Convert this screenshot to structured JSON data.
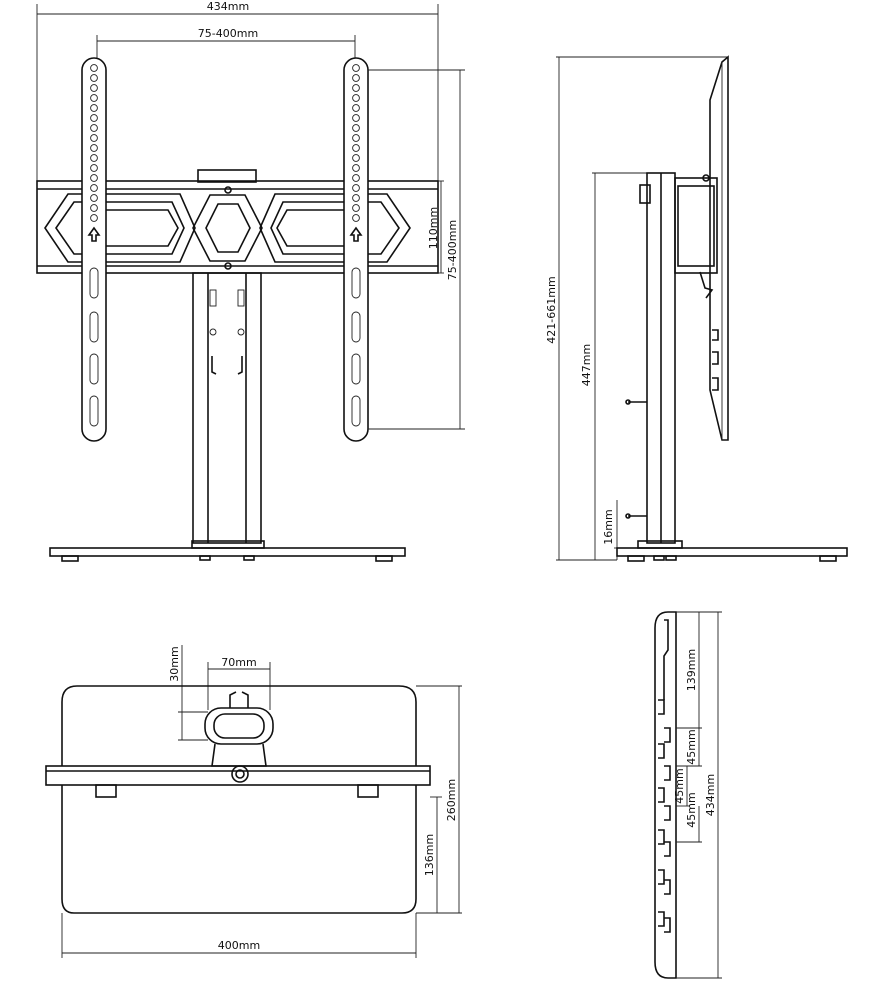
{
  "dimensions": {
    "front_overall_width": "434mm",
    "front_vesa_width": "75-400mm",
    "front_bracket_height": "110mm",
    "front_vesa_height": "75-400mm",
    "side_height_range": "421-661mm",
    "side_column_height": "447mm",
    "side_base_height": "16mm",
    "top_clamp_width": "70mm",
    "top_clamp_offset": "30mm",
    "top_depth": "260mm",
    "top_rear_depth": "136mm",
    "top_base_width": "400mm",
    "rear_top_offset": "139mm",
    "rear_step_a": "45mm",
    "rear_step_b": "45mm",
    "rear_step_c": "45mm",
    "rear_total": "434mm"
  }
}
